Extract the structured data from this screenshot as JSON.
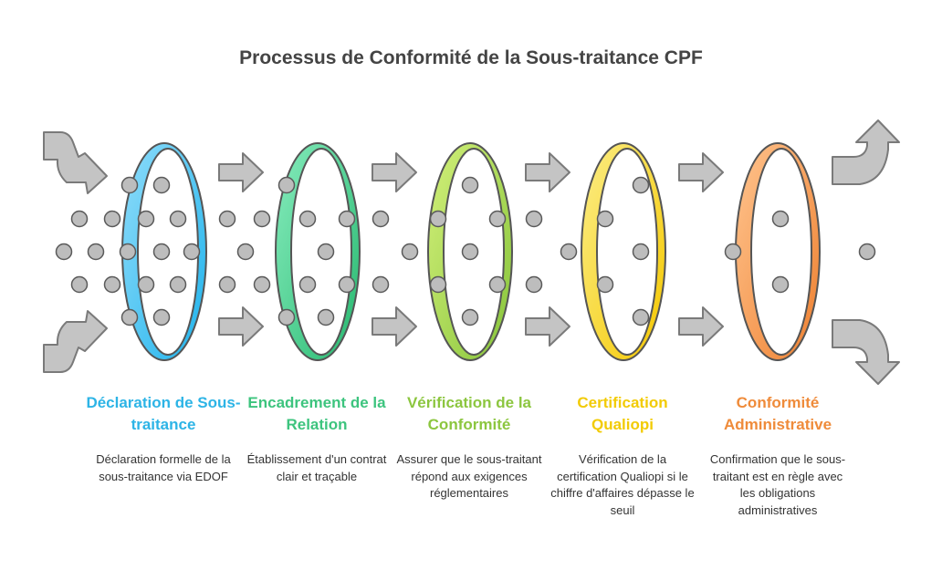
{
  "title": "Processus de Conformité de la Sous-traitance CPF",
  "steps": [
    {
      "title": "Déclaration de Sous-traitance",
      "description": "Déclaration formelle de la sous-traitance via EDOF",
      "color": "#2db4e6"
    },
    {
      "title": "Encadrement de la Relation",
      "description": "Établissement d'un contrat clair et traçable",
      "color": "#3dc47e"
    },
    {
      "title": "Vérification de la Conformité",
      "description": "Assurer que le sous-traitant répond aux exigences réglementaires",
      "color": "#8cc63f"
    },
    {
      "title": "Certification Qualiopi",
      "description": "Vérification de la certification Qualiopi si le chiffre d'affaires dépasse le seuil",
      "color": "#f2cb05"
    },
    {
      "title": "Conformité Administrative",
      "description": "Confirmation que le sous-traitant est en règle avec les obligations administratives",
      "color": "#ef8b3a"
    }
  ],
  "icons": {
    "ring": "ring-filter-icon",
    "arrow": "arrow-right-icon",
    "curved_in": "curved-arrow-in-icon",
    "curved_out": "curved-arrow-out-icon",
    "particle": "particle-dot-icon"
  }
}
